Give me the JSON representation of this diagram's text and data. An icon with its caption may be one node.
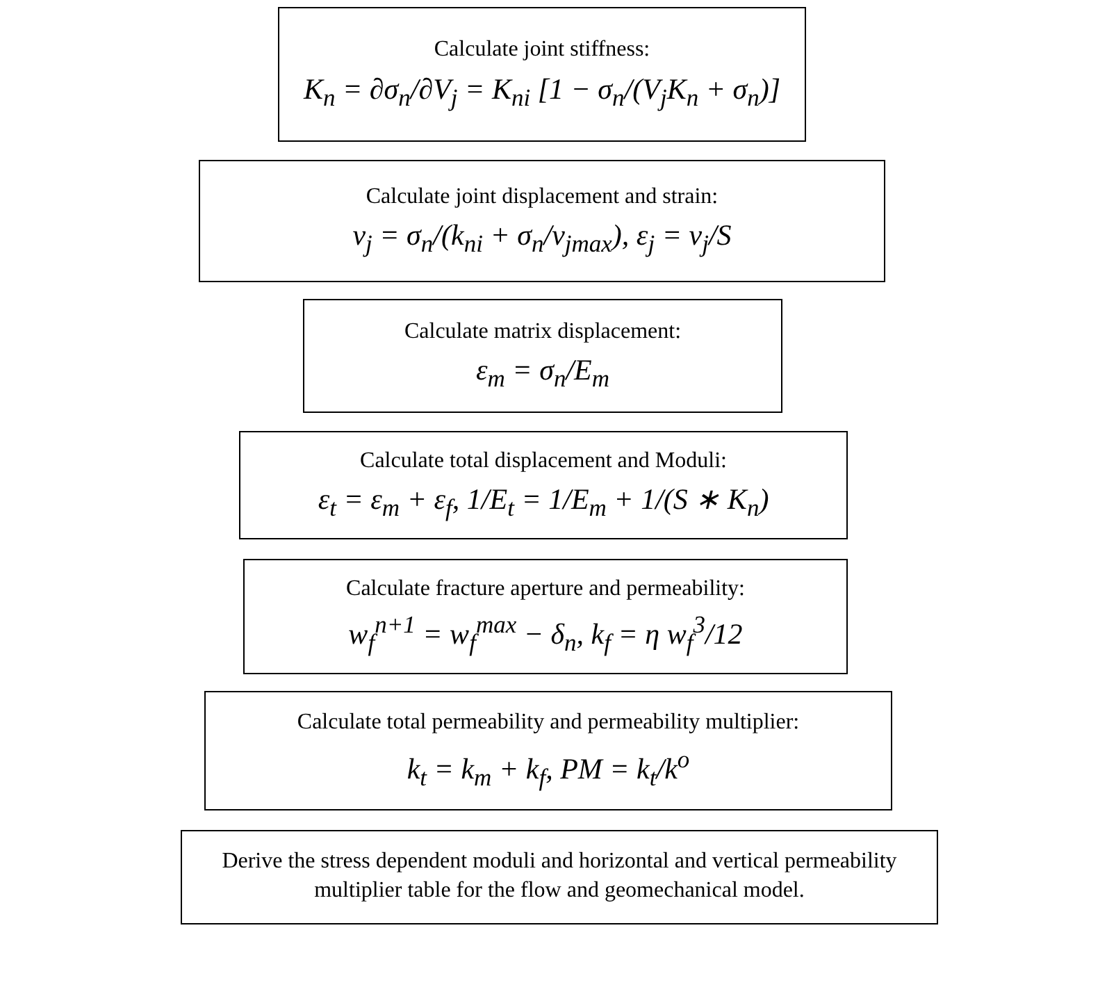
{
  "diagram": {
    "nodes": [
      {
        "text": [
          "Calculate joint stiffness:",
          "K$_{n}$ = ∂σ$_{n}$/∂V$_{j}$ = K$_{ni}$ [1 − σ$_{n}$/(V$_{j}$K$_{n}$ + σ$_{n}$)]"
        ]
      },
      {
        "text": [
          "Calculate joint displacement and strain:",
          "v$_{j}$ = σ$_{n}$/(k$_{ni}$ + σ$_{n}$/v$_{jmax}$), ε$_{j}$ = v$_{j}$/S"
        ]
      },
      {
        "text": [
          "Calculate matrix displacement:",
          "ε$_{m}$ = σ$_{n}$/E$_{m}$"
        ]
      },
      {
        "text": [
          "Calculate total displacement and Moduli:",
          "ε$_{t}$ = ε$_{m}$ + ε$_{f}$, 1/E$_{t}$ = 1/E$_{m}$ + 1/(S ∗ K$_{n}$)"
        ]
      },
      {
        "text": [
          "Calculate fracture aperture and permeability:",
          "w$_{f}$$^{n+1}$ = w$_{f}$$^{max}$ − δ$_{n}$, k$_{f}$ = η w$_{f}$$^{3}$/12"
        ]
      },
      {
        "text": [
          "Calculate total permeability and permeability multiplier:",
          "k$_{t}$ = k$_{m}$ + k$_{f}$, PM = k$_{t}$/k$^{o}$"
        ]
      },
      {
        "text": [
          "Derive the stress dependent moduli and horizontal and vertical permeability multiplier table for the flow and geomechanical model."
        ]
      }
    ]
  }
}
